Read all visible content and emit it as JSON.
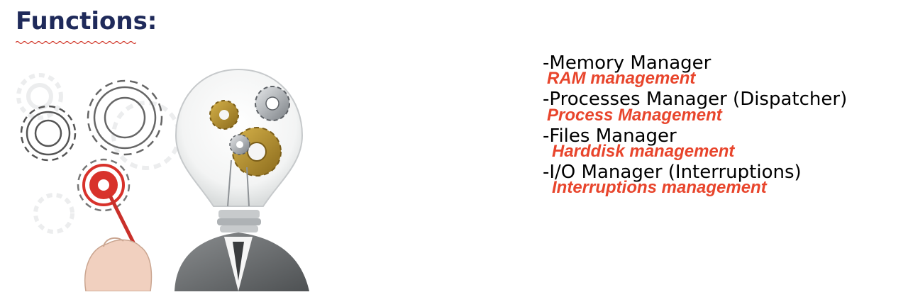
{
  "slide": {
    "title": "Functions:",
    "items": [
      {
        "label": "-Memory Manager",
        "sub": "RAM management"
      },
      {
        "label": "-Processes Manager (Dispatcher)",
        "sub": "Process Management"
      },
      {
        "label": "-Files Manager",
        "sub": "Harddisk management"
      },
      {
        "label": "-I/O Manager (Interruptions)",
        "sub": "Interruptions management"
      }
    ]
  },
  "colors": {
    "title": "#1f2a5a",
    "subtitle": "#e8452c",
    "spellcheck": "#d23b2e"
  }
}
